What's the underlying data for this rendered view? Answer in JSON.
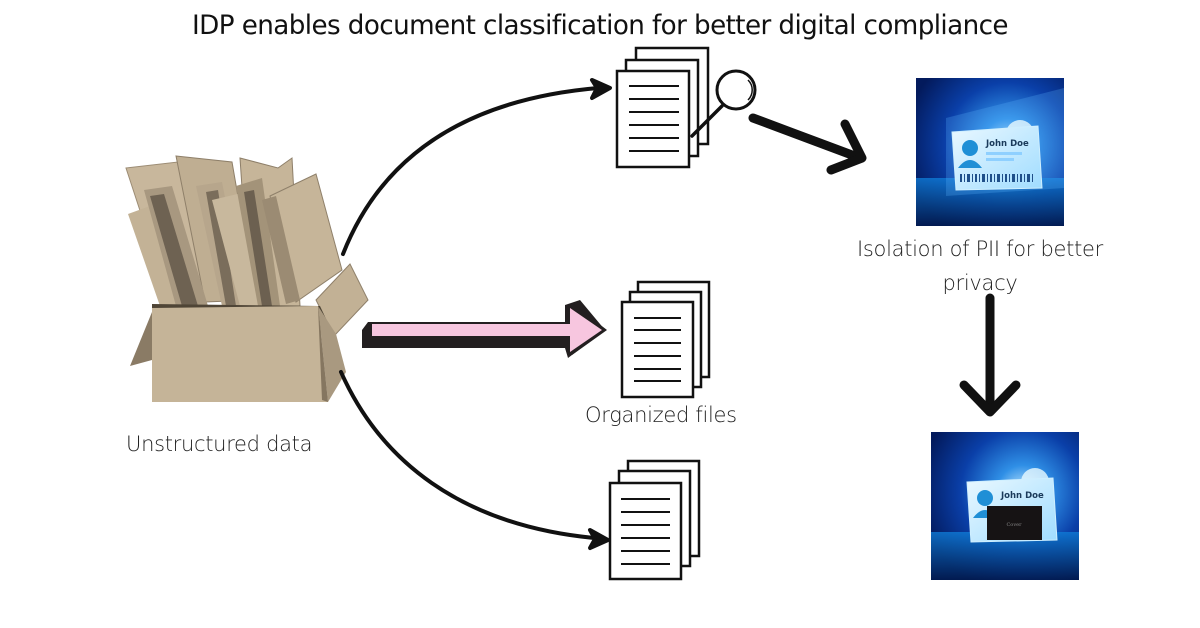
{
  "title": "IDP enables document classification for better digital compliance",
  "nodes": {
    "source": {
      "label": "Unstructured data",
      "icon": "cardboard-box-icon"
    },
    "classified": {
      "icon": "document-stack-with-magnifier-icon"
    },
    "organized": {
      "label": "Organized files",
      "icon": "document-stack-icon"
    },
    "other_docs": {
      "icon": "document-stack-icon"
    },
    "pii_isolation": {
      "label": "Isolation of PII for better privacy",
      "icon": "id-card-icon",
      "card_name": "John Doe"
    },
    "redacted": {
      "icon": "redacted-id-card-icon",
      "card_name": "John Doe",
      "redaction_text": "Cover"
    }
  },
  "edges": [
    {
      "from": "source",
      "to": "classified",
      "style": "curved-arrow"
    },
    {
      "from": "source",
      "to": "organized",
      "style": "pink-block-arrow"
    },
    {
      "from": "source",
      "to": "other_docs",
      "style": "curved-arrow"
    },
    {
      "from": "classified",
      "to": "pii_isolation",
      "style": "straight-arrow"
    },
    {
      "from": "pii_isolation",
      "to": "redacted",
      "style": "straight-arrow"
    }
  ],
  "colors": {
    "box": "#c4b49a",
    "box_dark": "#8f806a",
    "box_shadow": "#5a4f40",
    "pink_arrow": "#f7c6df",
    "arrow": "#111111",
    "card_bg": "#0a2a6e",
    "card_glow": "#3fa9f5"
  }
}
